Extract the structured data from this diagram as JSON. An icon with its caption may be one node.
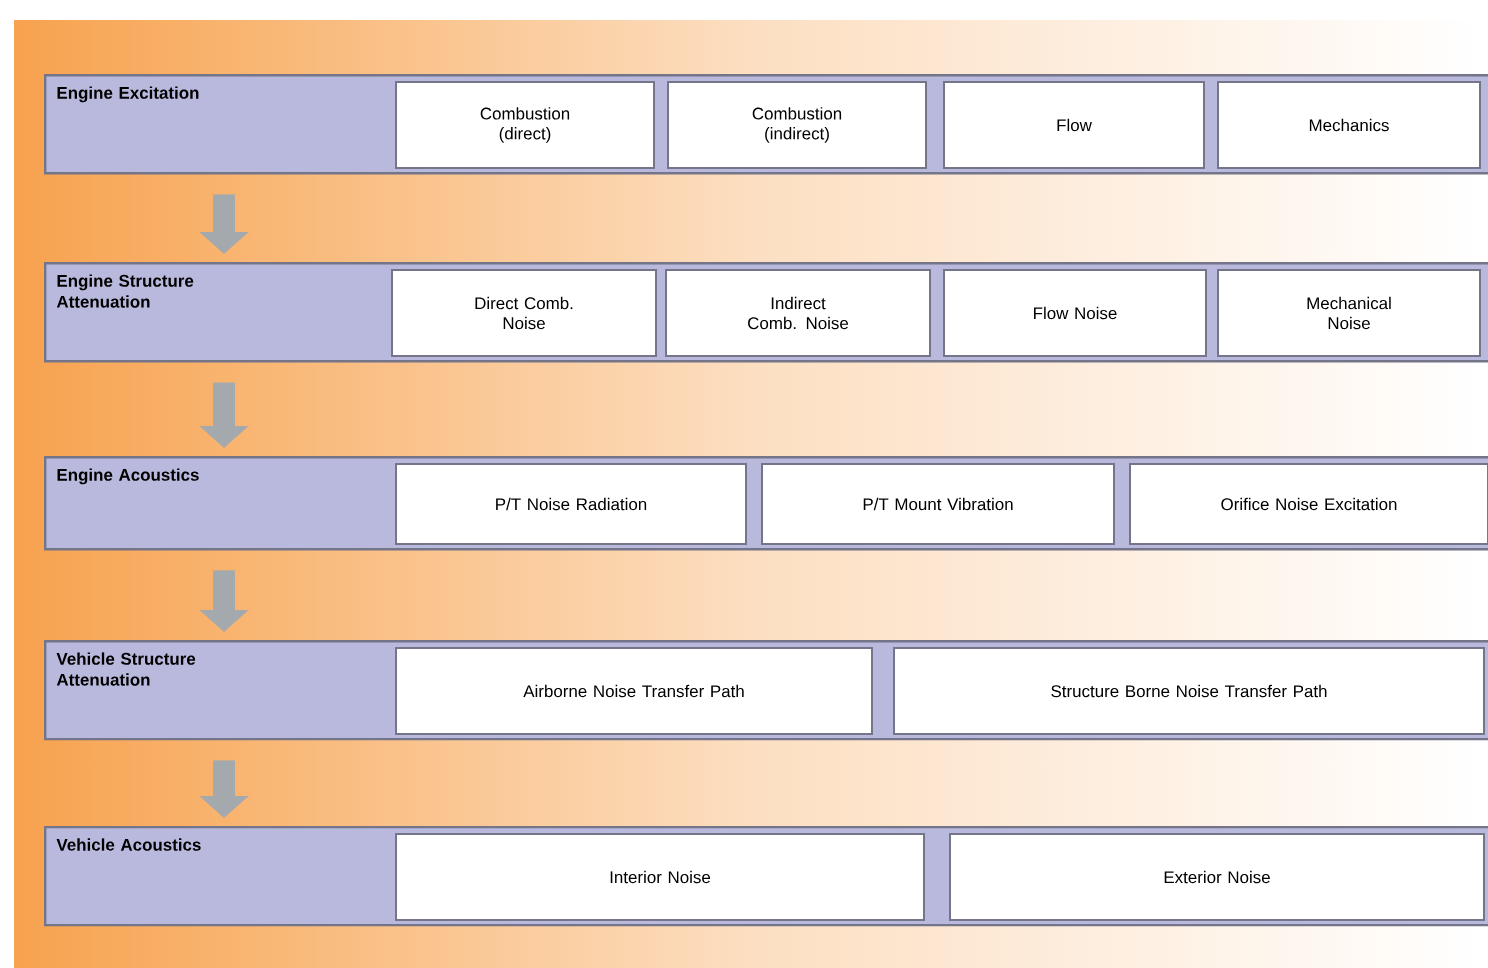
{
  "diagram": {
    "nodes": [
      {
        "text": [
          "Engine Excitation"
        ]
      },
      {
        "text": [
          "Combustion (direct)"
        ],
        "in": 0
      },
      {
        "text": [
          "Combustion (indirect)"
        ],
        "in": 0
      },
      {
        "text": [
          "Flow"
        ],
        "in": 0
      },
      {
        "text": [
          "Mechanics"
        ],
        "in": 0
      },
      {
        "text": [
          "Engine Structure Attenuation"
        ]
      },
      {
        "text": [
          "Direct Comb. Noise"
        ],
        "in": 5
      },
      {
        "text": [
          "Indirect Comb. Noise"
        ],
        "in": 5
      },
      {
        "text": [
          "Flow Noise"
        ],
        "in": 5
      },
      {
        "text": [
          "Mechanical Noise"
        ],
        "in": 5
      },
      {
        "text": [
          "Engine Acoustics"
        ]
      },
      {
        "text": [
          "P/T Noise Radiation"
        ],
        "in": 10
      },
      {
        "text": [
          "P/T Mount Vibration"
        ],
        "in": 10
      },
      {
        "text": [
          "Orifice Noise Excitation"
        ],
        "in": 10
      },
      {
        "text": [
          "Vehicle Structure Attenuation"
        ]
      },
      {
        "text": [
          "Airborne Noise Transfer Path"
        ],
        "in": 14
      },
      {
        "text": [
          "Structure Borne Noise Transfer Path"
        ],
        "in": 14
      },
      {
        "text": [
          "Vehicle Acoustics"
        ]
      },
      {
        "text": [
          "Interior Noise"
        ],
        "in": 17
      },
      {
        "text": [
          "Exterior Noise"
        ],
        "in": 17
      }
    ],
    "edges": [
      {
        "from": 0,
        "to": 5,
        "arrow": "to"
      },
      {
        "from": 5,
        "to": 10,
        "arrow": "to"
      },
      {
        "from": 10,
        "to": 14,
        "arrow": "to"
      },
      {
        "from": 14,
        "to": 17,
        "arrow": "to"
      }
    ]
  }
}
